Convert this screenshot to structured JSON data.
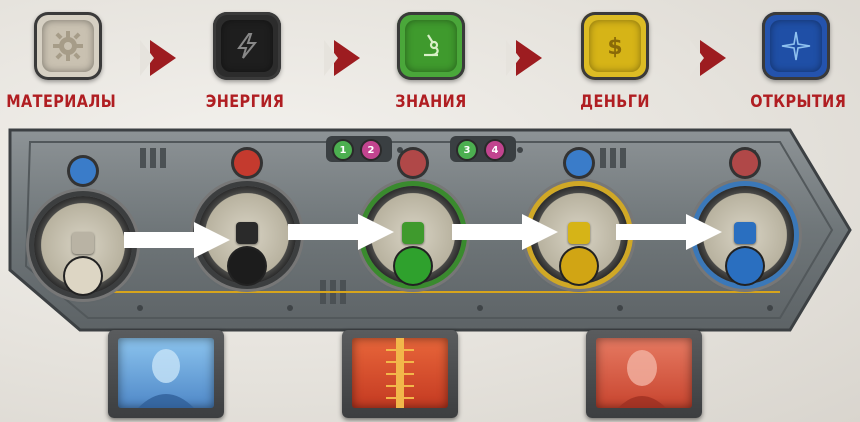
{
  "resources": [
    {
      "label": "МАТЕРИАЛЫ",
      "icon": "gear-icon",
      "color": "#c9c1b1"
    },
    {
      "label": "ЭНЕРГИЯ",
      "icon": "lightning-icon",
      "color": "#1e1e1e"
    },
    {
      "label": "ЗНАНИЯ",
      "icon": "microscope-icon",
      "color": "#3f9a2d"
    },
    {
      "label": "ДЕНЬГИ",
      "icon": "dollar-icon",
      "color": "#d6b417"
    },
    {
      "label": "ОТКРЫТИЯ",
      "icon": "compass-star-icon",
      "color": "#1f4fa6"
    }
  ],
  "indicators": [
    {
      "label": "1",
      "color": "#4caf50"
    },
    {
      "label": "2",
      "color": "#c2448f"
    },
    {
      "label": "3",
      "color": "#4caf50"
    },
    {
      "label": "4",
      "color": "#c2448f"
    }
  ],
  "gauges": [
    {
      "name": "materials-gauge",
      "top_lamp": "#3a7cc9",
      "center": "#b9b3a4",
      "bottom_icon": "factory-icon",
      "bottom_color": "#ddd6c4"
    },
    {
      "name": "energy-gauge",
      "top_lamp": "#c43a2e",
      "center": "#2a2a2a",
      "bottom_icon": "power-plant-icon",
      "bottom_color": "#1c1c1c"
    },
    {
      "name": "knowledge-gauge",
      "top_lamp": "#b04848",
      "center": "#3f9a2d",
      "bottom_icon": "atom-icon",
      "bottom_color": "#2fa12d"
    },
    {
      "name": "money-gauge",
      "top_lamp": "#3a7cc9",
      "center": "#d6b417",
      "bottom_icon": "bank-icon",
      "bottom_color": "#d1a514"
    },
    {
      "name": "discovery-gauge",
      "top_lamp": "#b04848",
      "center": "#2a6fc0",
      "bottom_icon": "globe-icon",
      "bottom_color": "#2a6fc0"
    }
  ],
  "monitors": [
    {
      "name": "monitor-scientist",
      "screen_color": "#4f88c8"
    },
    {
      "name": "monitor-rocket",
      "screen_color": "#d6452a"
    },
    {
      "name": "monitor-woman",
      "screen_color": "#d65a43"
    }
  ],
  "colors": {
    "accent": "#9d1c20",
    "arrow": "#ffffff",
    "panel": "#6f7679"
  }
}
